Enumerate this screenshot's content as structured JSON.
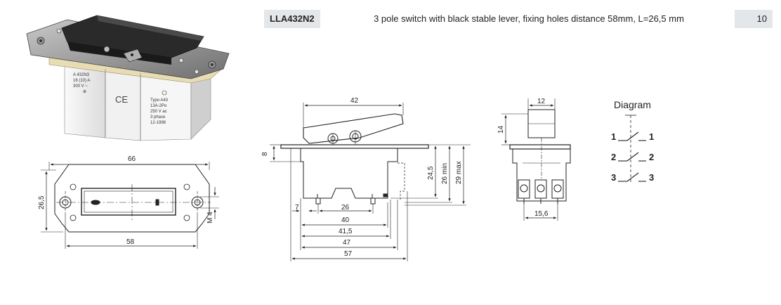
{
  "header": {
    "code": "LLA432N2",
    "description": "3 pole switch with black stable lever, fixing holes distance 58mm, L=26,5 mm",
    "page_number": "10"
  },
  "photo": {
    "label_left": [
      "A 432N3",
      "16 (10) A",
      "300 V ~"
    ],
    "ce_mark": "CE",
    "label_right": [
      "Typo A43",
      "13A-2Po",
      "250 V ac",
      "3 phase",
      "12-1998"
    ]
  },
  "top_view": {
    "dim_width": "66",
    "dim_height": "26,5",
    "dim_holes": "58",
    "dim_thread": "M 4"
  },
  "side_view": {
    "dim_lever": "42",
    "dim_plate": "8",
    "dim_height_a": "24,5",
    "dim_height_b": "26 min",
    "dim_height_c": "29 max",
    "dim_7": "7",
    "dim_26": "26",
    "dim_40": "40",
    "dim_41_5": "41,5",
    "dim_47": "47",
    "dim_57": "57"
  },
  "front_view": {
    "dim_top": "12",
    "dim_left": "14",
    "dim_bottom": "15,6"
  },
  "diagram": {
    "title": "Diagram",
    "poles": [
      {
        "left": "1",
        "right": "1"
      },
      {
        "left": "2",
        "right": "2"
      },
      {
        "left": "3",
        "right": "3"
      }
    ]
  }
}
